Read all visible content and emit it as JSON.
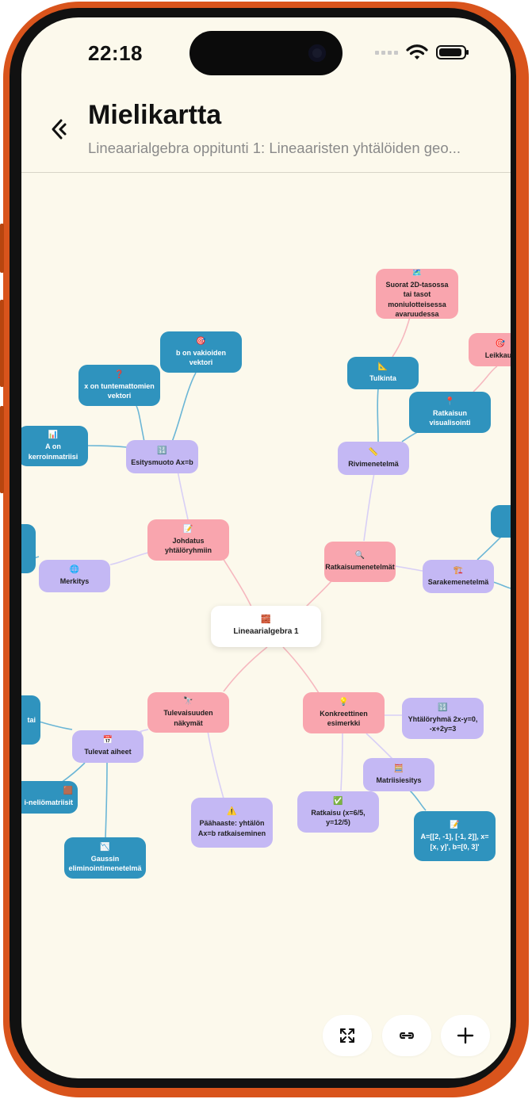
{
  "status": {
    "time": "22:18"
  },
  "header": {
    "title": "Mielikartta",
    "subtitle": "Lineaarialgebra oppitunti 1: Lineaaristen yhtälöiden geo..."
  },
  "mindmap": {
    "root": {
      "icon": "🧱",
      "label": "Lineaarialgebra 1"
    },
    "nodes": {
      "johdatus": {
        "icon": "📝",
        "label": "Johdatus yhtälöryhmiin"
      },
      "esitysmuoto": {
        "icon": "🔢",
        "label": "Esitysmuoto Ax=b"
      },
      "a_kerroin": {
        "icon": "📊",
        "label": "A on kerroinmatriisi"
      },
      "x_tuntemattomien": {
        "icon": "❓",
        "label": "x on tuntemattomien vektori"
      },
      "b_vakioiden": {
        "icon": "🎯",
        "label": "b on vakioiden vektori"
      },
      "merkitys": {
        "icon": "🌐",
        "label": "Merkitys"
      },
      "ratkaisumenetelmat": {
        "icon": "🔍",
        "label": "Ratkaisumenetelmät"
      },
      "rivimenetelma": {
        "icon": "📏",
        "label": "Rivimenetelmä"
      },
      "tulkinta": {
        "icon": "📐",
        "label": "Tulkinta"
      },
      "suorat": {
        "icon": "🗺️",
        "label": "Suorat 2D-tasossa tai tasot moniulotteisessa avaruudessa"
      },
      "ratkaisun_visualisointi": {
        "icon": "📍",
        "label": "Ratkaisun visualisointi"
      },
      "leikkaus": {
        "icon": "🎯",
        "label": "Leikkaus"
      },
      "sarakemenetelma": {
        "icon": "🏗️",
        "label": "Sarakemenetelmä"
      },
      "tulevaisuuden": {
        "icon": "🔭",
        "label": "Tulevaisuuden näkymät"
      },
      "tulevat_aiheet": {
        "icon": "📅",
        "label": "Tulevat aiheet"
      },
      "tai_partial": {
        "icon": "",
        "label": "tai"
      },
      "nelio_partial": {
        "icon": "🟫",
        "label": "i-neliömatriisit"
      },
      "gaussin": {
        "icon": "📉",
        "label": "Gaussin eliminointimenetelmä"
      },
      "paahaaste": {
        "icon": "⚠️",
        "label": "Päähaaste: yhtälön Ax=b ratkaiseminen"
      },
      "konkreettinen": {
        "icon": "💡",
        "label": "Konkreettinen esimerkki"
      },
      "yhtaloryhma": {
        "icon": "🔢",
        "label": "Yhtälöryhmä 2x-y=0, -x+2y=3"
      },
      "matriisiesitys": {
        "icon": "🧮",
        "label": "Matriisiesitys"
      },
      "ratkaisu": {
        "icon": "✅",
        "label": "Ratkaisu (x=6/5, y=12/5)"
      },
      "matrix_vals": {
        "icon": "📝",
        "label": "A=[[2, -1], [-1, 2]], x=[x, y]', b=[0, 3]'"
      }
    }
  },
  "colors": {
    "background": "#fcf9ec",
    "pink": "#f9a5ae",
    "lavender": "#c4b8f4",
    "blue": "#2f93be",
    "frame": "#d9541c"
  },
  "toolbar": {
    "fit_icon": "expand-arrows-icon",
    "link_icon": "link-icon",
    "add_icon": "plus-icon"
  }
}
